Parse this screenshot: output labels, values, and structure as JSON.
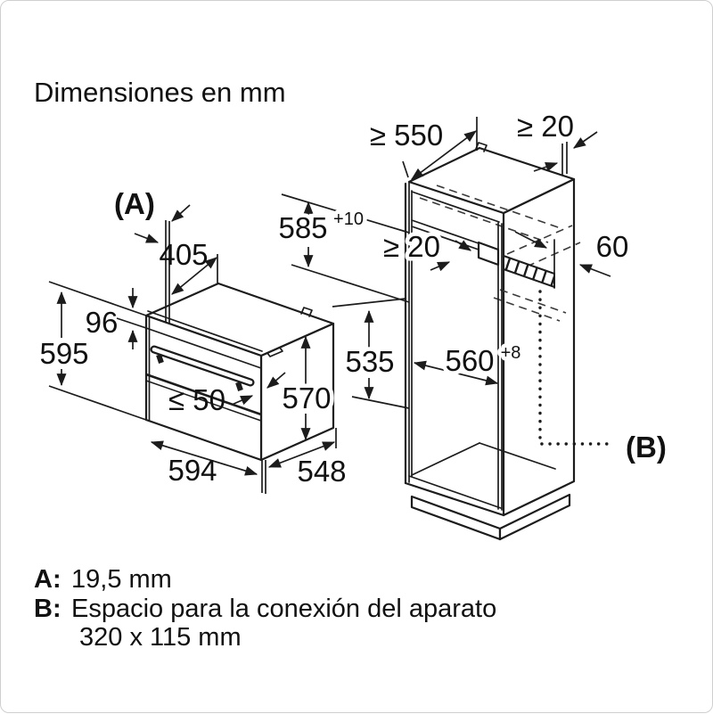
{
  "title": "Dimensiones en mm",
  "markers": {
    "a": "(A)",
    "b": "(B)"
  },
  "oven_dims": {
    "top_depth": "405",
    "front_frame": "96",
    "total_height": "595",
    "door_gap": "≤ 50",
    "side_height": "570",
    "width": "594",
    "depth": "548"
  },
  "cabinet_dims": {
    "min_install_depth": "≥ 550",
    "rear_top_gap": "≥ 20",
    "niche_height": "585",
    "niche_height_tol": "+10",
    "shelf_rear_gap": "≥ 20",
    "right_side": "60",
    "niche_width": "560",
    "niche_width_tol": "+8",
    "lower_niche_height": "535"
  },
  "legend": {
    "a_key": "A:",
    "a_value": "19,5 mm",
    "b_key": "B:",
    "b_text": "Espacio para la conexión del aparato",
    "b_size": "320 x 115 mm"
  },
  "colors": {
    "line": "#1c1c1c",
    "background": "#ffffff",
    "frame": "#cfcfcf"
  }
}
